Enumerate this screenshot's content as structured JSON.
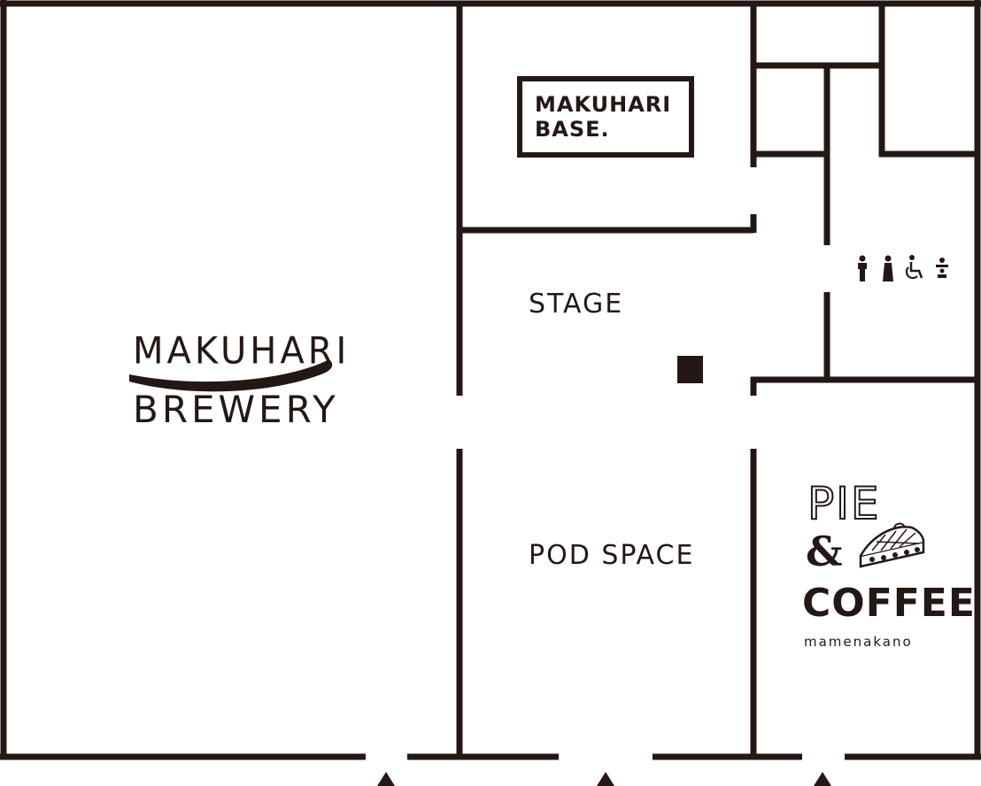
{
  "map": {
    "logos": {
      "makuhari_base_line1": "MAKUHARI",
      "makuhari_base_line2": "BASE.",
      "brewery_line1": "MAKUHARI",
      "brewery_line2": "BREWERY",
      "pie_coffee_word1": "PIE",
      "pie_coffee_amp": "&",
      "pie_coffee_word2": "COFFEE",
      "pie_coffee_sub": "mamenakano"
    },
    "rooms": {
      "stage": "STAGE",
      "pod_space": "POD SPACE"
    },
    "restroom_icons": [
      "male-toilet-icon",
      "female-toilet-icon",
      "wheelchair-icon",
      "baby-changing-icon"
    ],
    "entrances": [
      "entrance-arrow-icon",
      "entrance-arrow-icon",
      "entrance-arrow-icon"
    ],
    "colors": {
      "ink": "#231815",
      "background": "#ffffff"
    }
  }
}
